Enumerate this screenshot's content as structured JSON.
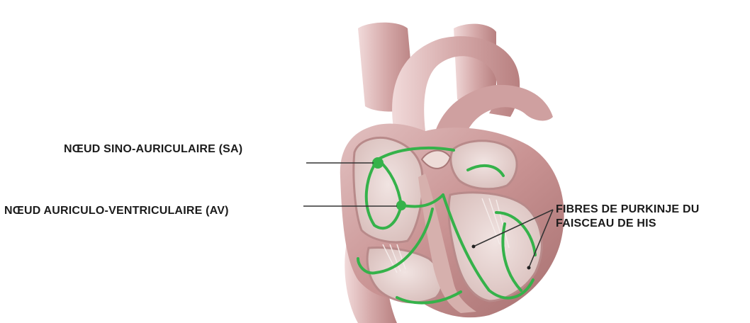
{
  "labels": {
    "sa_node": "NŒUD SINO-AURICULAIRE (SA)",
    "av_node": "NŒUD AURICULO-VENTRICULAIRE (AV)",
    "purkinje_line1": "FIBRES DE PURKINJE DU",
    "purkinje_line2": "FAISCEAU DE HIS"
  },
  "colors": {
    "background": "#ffffff",
    "label_text": "#1b1b1b",
    "leader_line": "#333333",
    "heart_tissue": "#c99393",
    "heart_highlight": "#e3c3c3",
    "heart_shadow": "#9e6767",
    "chamber_interior": "#e9d9d6",
    "conduction_system": "#35b24a"
  }
}
